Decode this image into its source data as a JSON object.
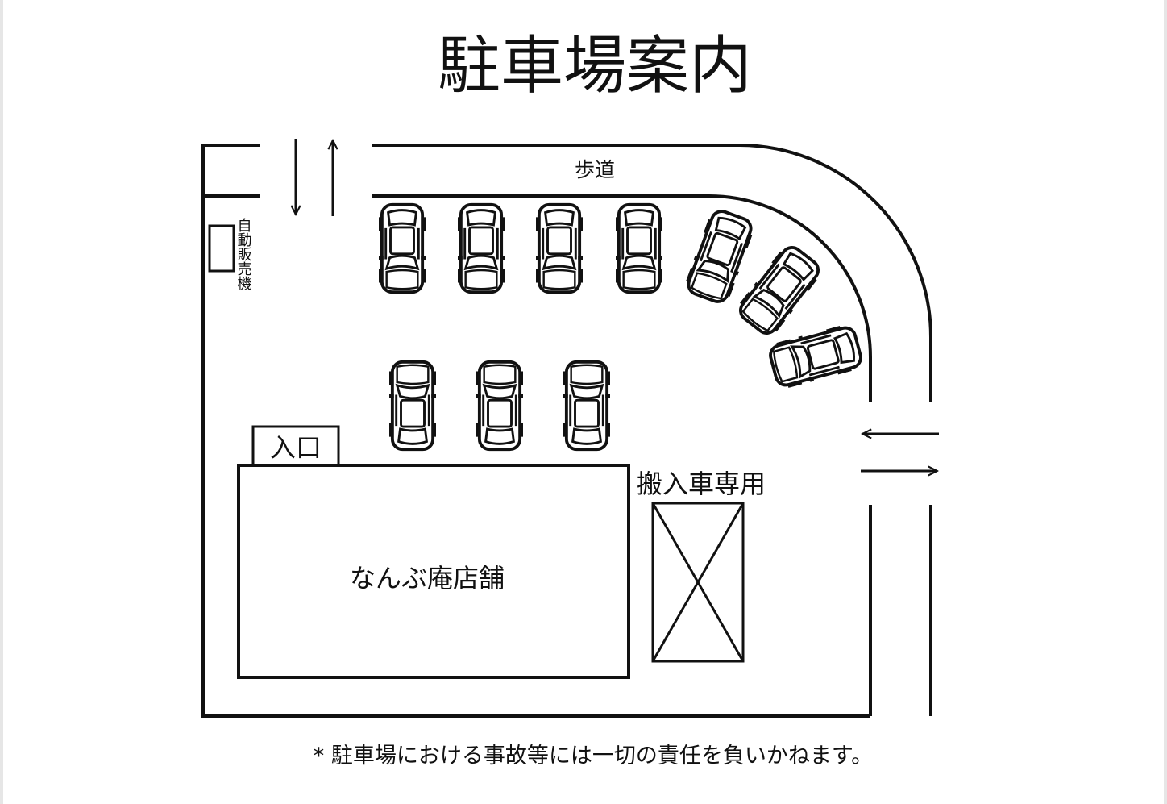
{
  "title": "駐車場案内",
  "labels": {
    "sidewalk": "歩道",
    "vending_machine": "自動販売機",
    "entrance": "入口",
    "store": "なんぶ庵店舗",
    "delivery_only": "搬入車専用"
  },
  "footer_note": "* 駐車場における事故等には一切の責任を負いかねます。",
  "parking": {
    "row1_spaces": 7,
    "row2_spaces": 3
  },
  "colors": {
    "line": "#111111",
    "background": "#ffffff"
  }
}
